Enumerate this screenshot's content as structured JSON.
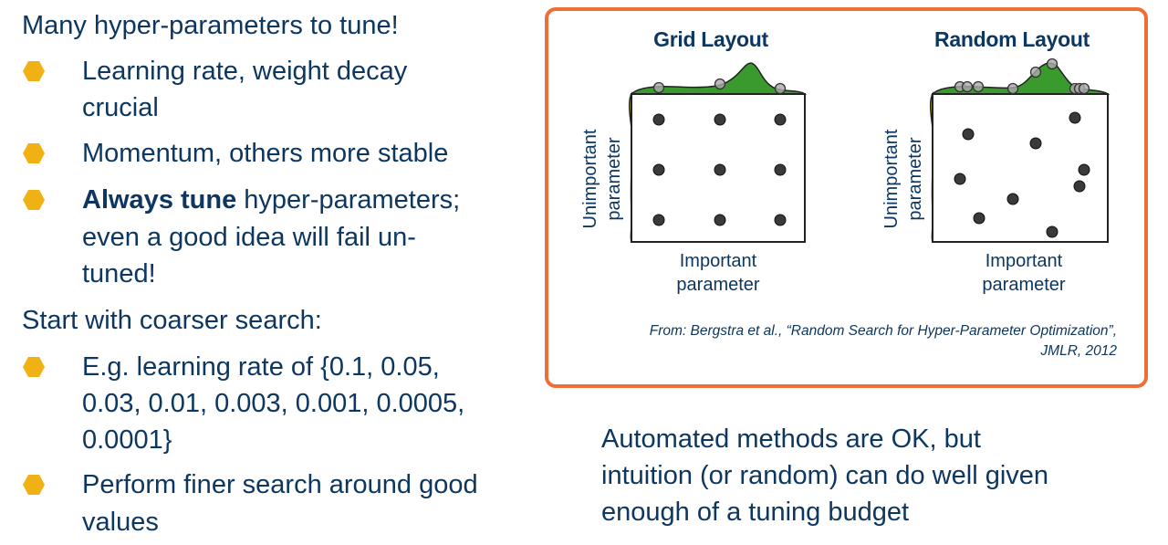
{
  "left": {
    "heading1": "Many hyper-parameters to tune!",
    "bullets1": [
      {
        "lines": [
          "Learning rate, weight decay",
          "crucial"
        ]
      },
      {
        "lines": [
          "Momentum, others more stable"
        ]
      },
      {
        "bold": "Always tune",
        "lines": [
          " hyper-parameters;",
          "even a good idea will fail un-",
          "tuned!"
        ]
      }
    ],
    "heading2": "Start with coarser search:",
    "bullets2": [
      {
        "lines": [
          "E.g. learning rate of {0.1, 0.05,",
          "0.03, 0.01, 0.003, 0.001, 0.0005,",
          "0.0001}"
        ]
      },
      {
        "lines": [
          "Perform finer search around good",
          "values"
        ]
      }
    ]
  },
  "figure": {
    "grid_title": "Grid Layout",
    "random_title": "Random Layout",
    "y_label_1": "Unimportant",
    "y_label_2": "parameter",
    "x_label_1": "Important",
    "x_label_2": "parameter",
    "citation_1": "From: Bergstra et al., “Random Search for Hyper-Parameter Optimization”,",
    "citation_2": "JMLR, 2012",
    "colors": {
      "border": "#ec7036",
      "density": "#3a9a2e",
      "side_density": "#d4cf3a"
    }
  },
  "bottom_right": {
    "lines": [
      "Automated methods are OK, but",
      "intuition (or random) can do well given",
      "enough of a tuning budget"
    ]
  }
}
